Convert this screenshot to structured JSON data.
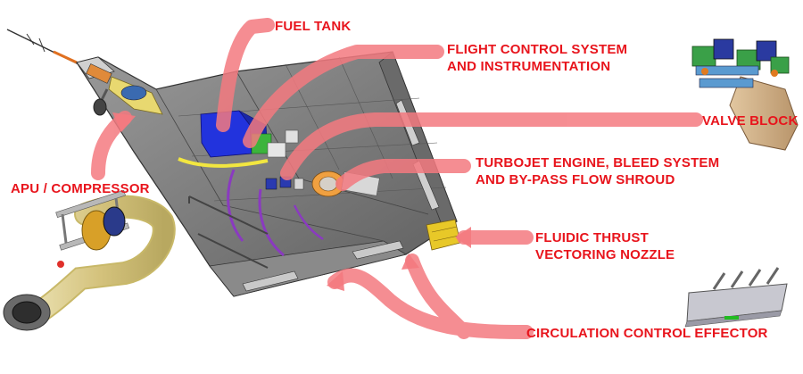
{
  "labels": {
    "fuel_tank": "FUEL TANK",
    "fcs_line1": "FLIGHT CONTROL SYSTEM",
    "fcs_line2": "AND INSTRUMENTATION",
    "valve_block": "VALVE BLOCK",
    "turbojet_line1": "TURBOJET ENGINE, BLEED SYSTEM",
    "turbojet_line2": "AND BY-PASS FLOW SHROUD",
    "fluidic_line1": "FLUIDIC THRUST",
    "fluidic_line2": "VECTORING NOZZLE",
    "circulation": "CIRCULATION CONTROL EFFECTOR",
    "apu": "APU / COMPRESSOR"
  },
  "colors": {
    "label_text": "#e8141c",
    "callout_ribbon": "#f47a80",
    "airframe_gray": "#7a7a7a",
    "fuel_tank_blue": "#2233dd",
    "compressor_cream": "#e8dca0"
  }
}
